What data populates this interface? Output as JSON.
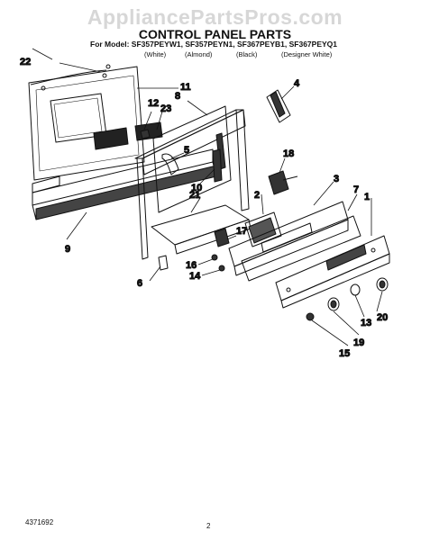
{
  "watermark": "AppliancePartsPros.com",
  "title": "CONTROL PANEL PARTS",
  "models_line": "For Model: SF357PEYW1, SF357PEYN1, SF367PEYB1, SF367PEYQ1",
  "colors": [
    "(White)",
    "(Almond)",
    "(Black)",
    "(Designer White)"
  ],
  "doc_number": "4371692",
  "page_number": "2",
  "callouts": [
    "1",
    "2",
    "3",
    "4",
    "5",
    "6",
    "7",
    "8",
    "9",
    "10",
    "11",
    "12",
    "13",
    "14",
    "15",
    "16",
    "17",
    "18",
    "19",
    "20",
    "21",
    "22",
    "23"
  ]
}
